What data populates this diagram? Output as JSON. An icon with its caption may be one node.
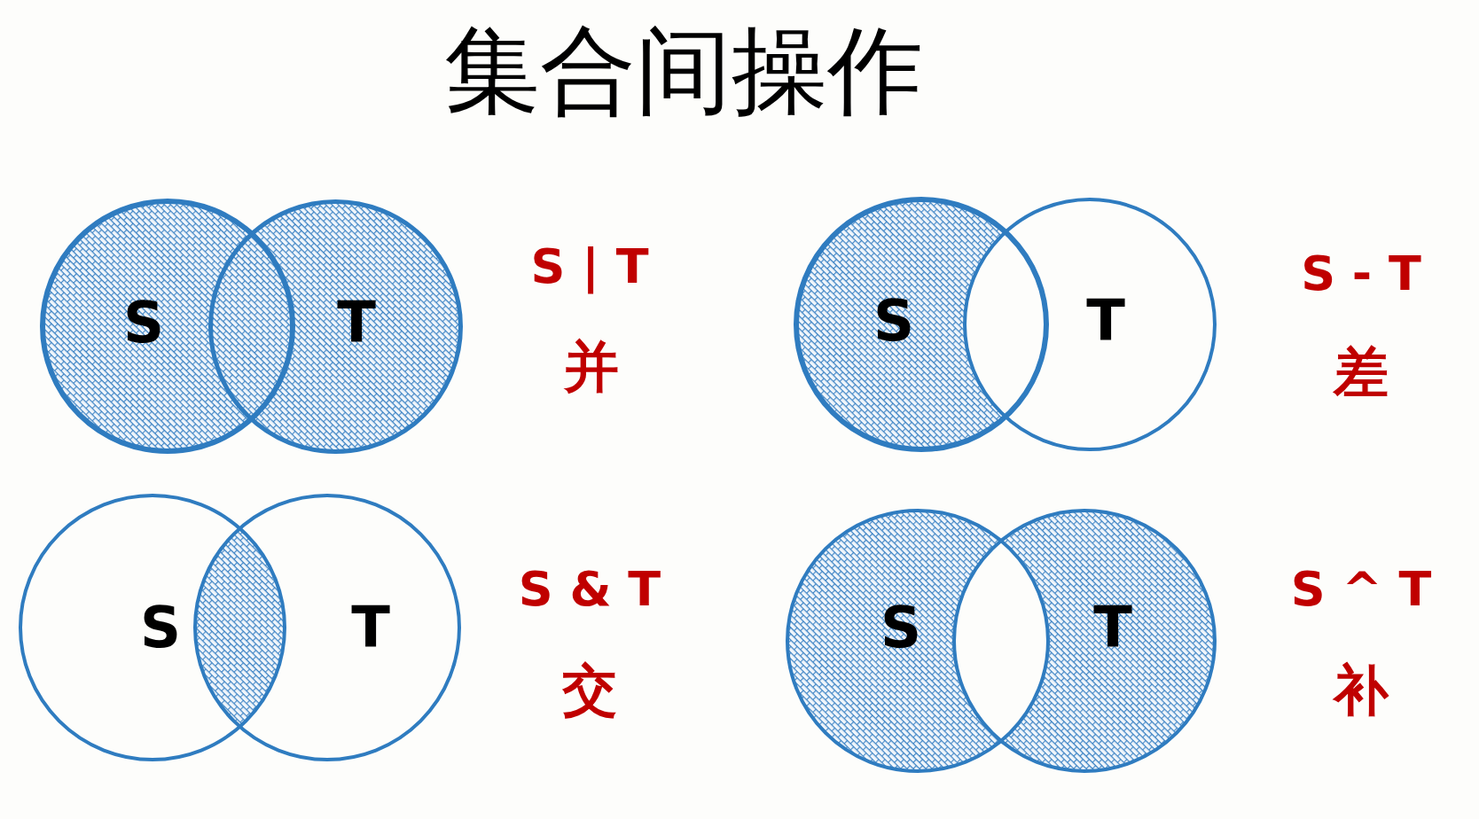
{
  "diagram": {
    "title": "集合间操作",
    "nodes": [
      {
        "text": [
          "S"
        ]
      },
      {
        "text": [
          "T"
        ]
      },
      {
        "text": [
          "S"
        ]
      },
      {
        "text": [
          "T"
        ]
      },
      {
        "text": [
          "S"
        ]
      },
      {
        "text": [
          "T"
        ]
      },
      {
        "text": [
          "S"
        ]
      },
      {
        "text": [
          "T"
        ]
      }
    ],
    "labels": [
      "S | T",
      "并",
      "S - T",
      "差",
      "S & T",
      "交",
      "S ^ T",
      "补"
    ]
  }
}
